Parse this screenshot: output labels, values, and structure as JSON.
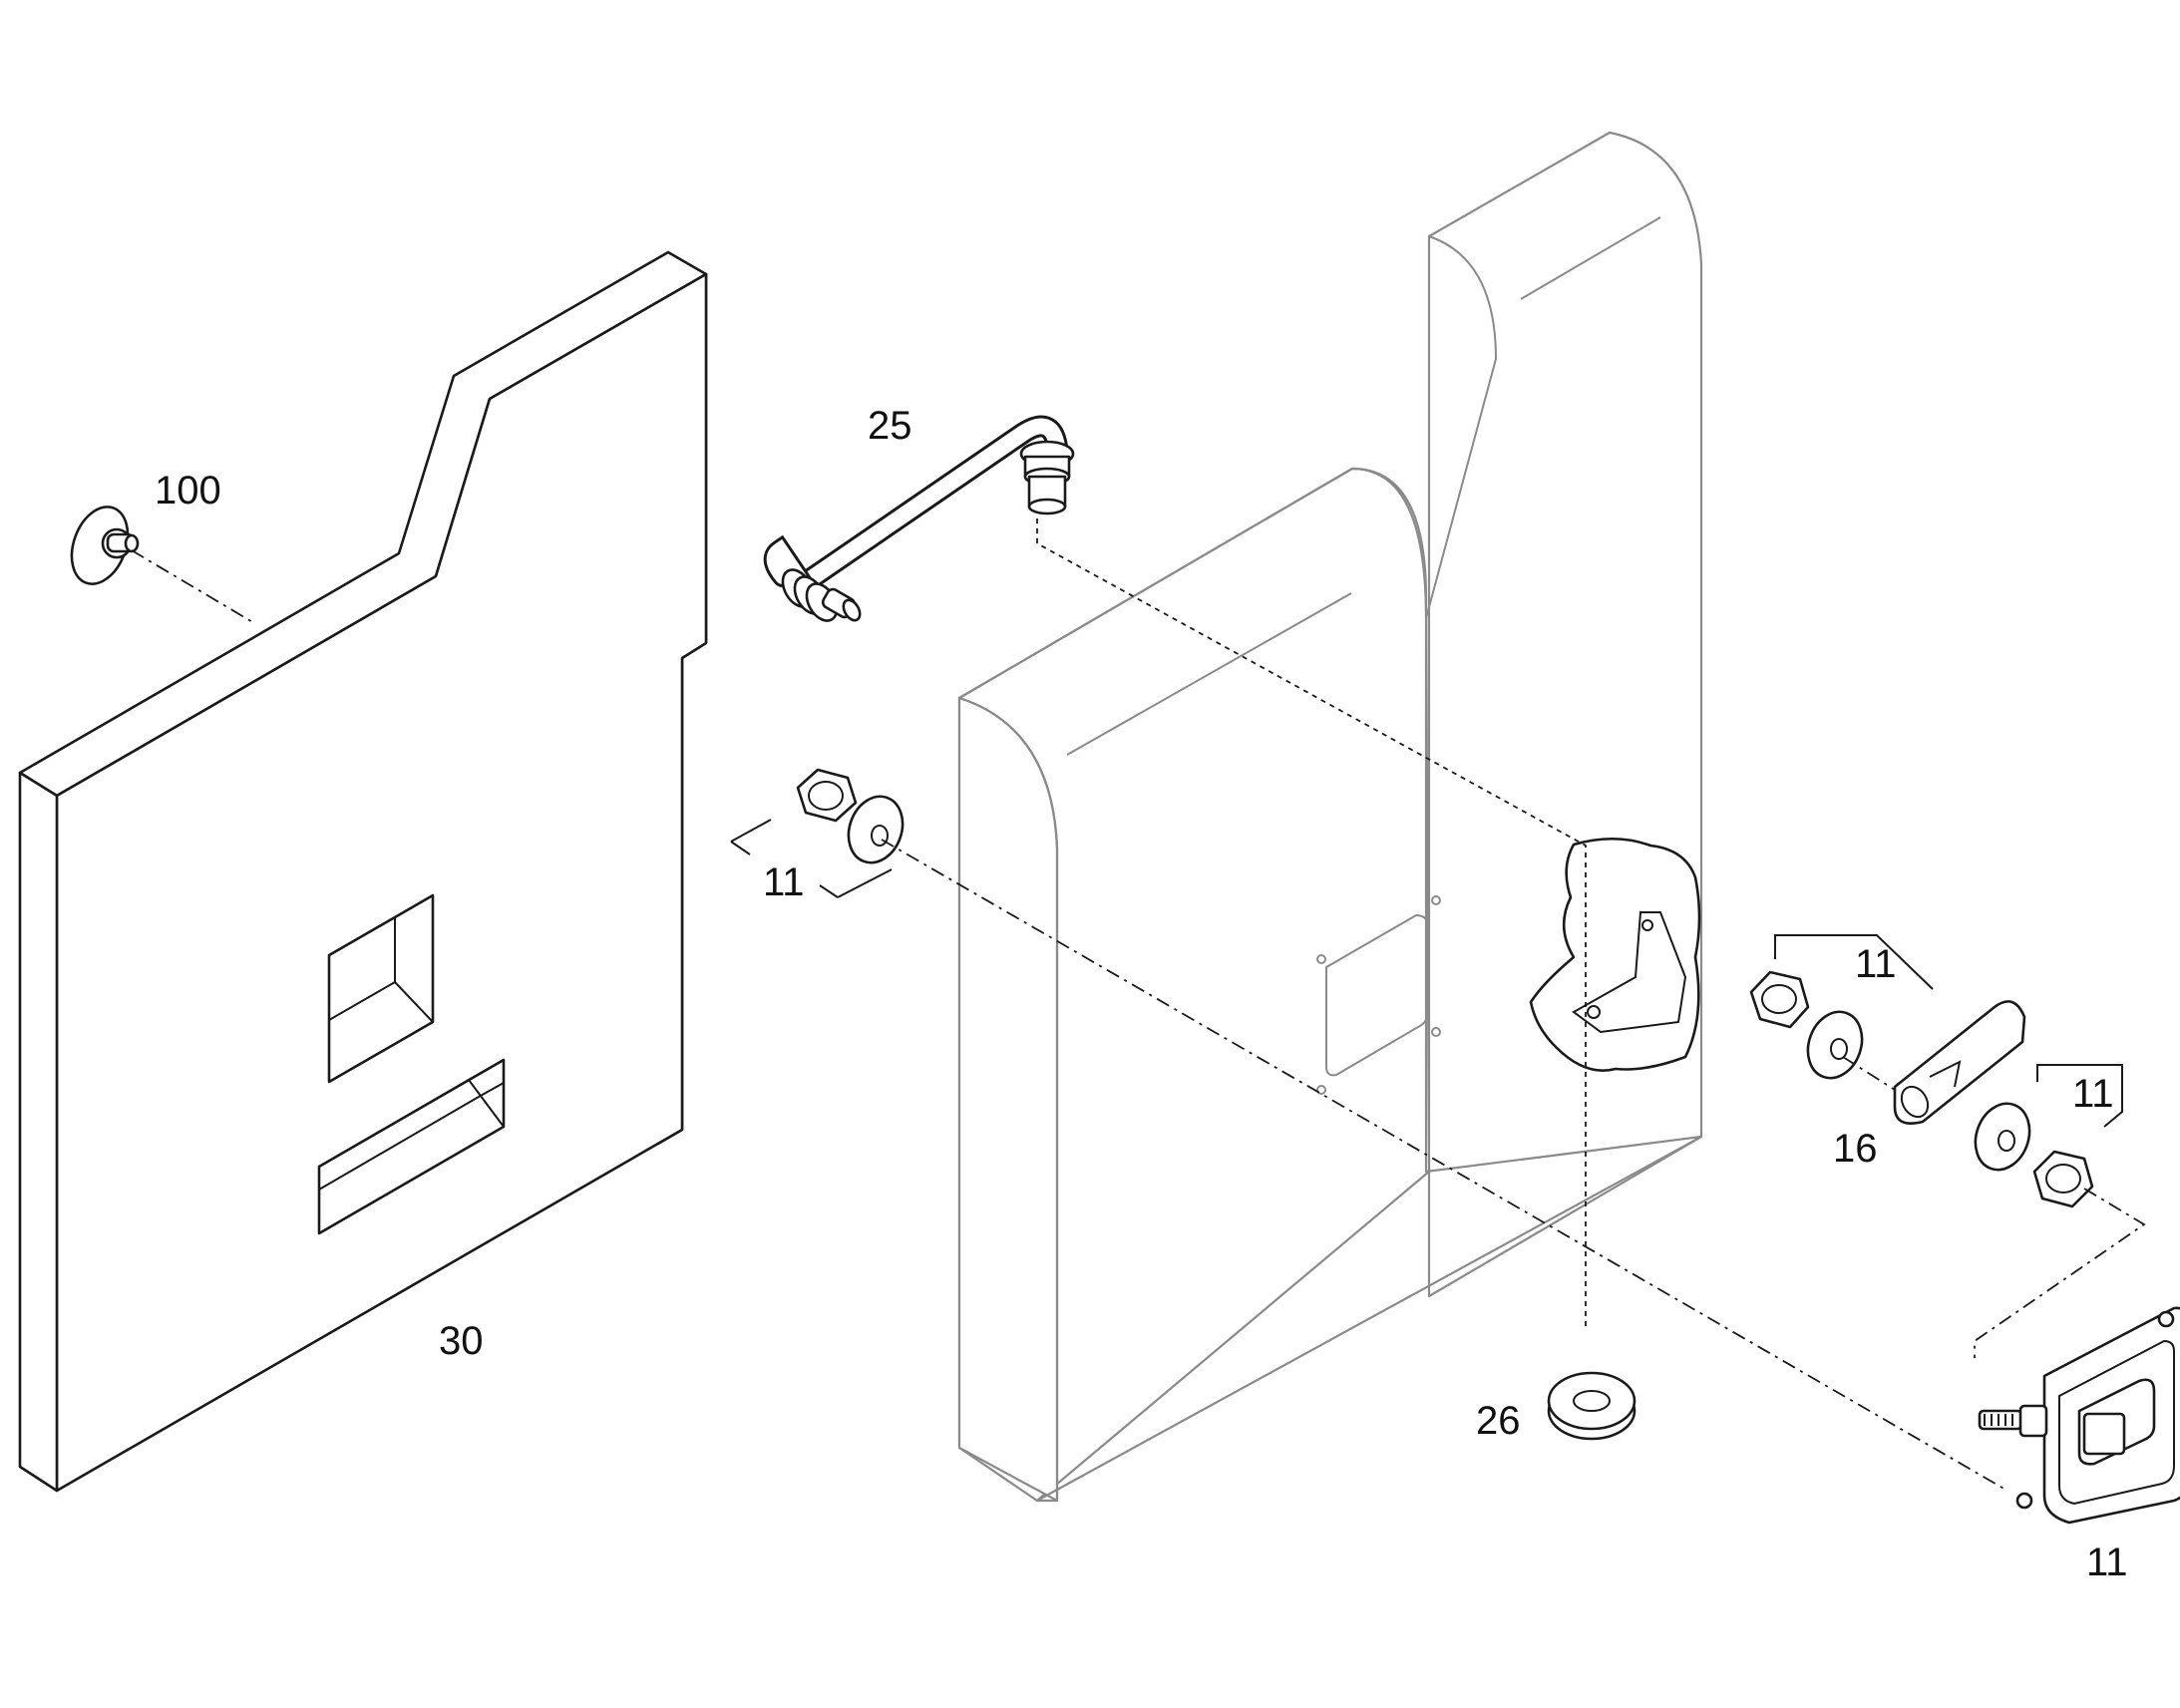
{
  "diagram": {
    "callouts": {
      "panel": "30",
      "pin": "100",
      "handle": "25",
      "nut_washer_left": "11",
      "nut_washer_right_top": "11",
      "cam": "16",
      "nut_washer_right_mid": "11",
      "grommet": "26",
      "latch": "11"
    }
  }
}
